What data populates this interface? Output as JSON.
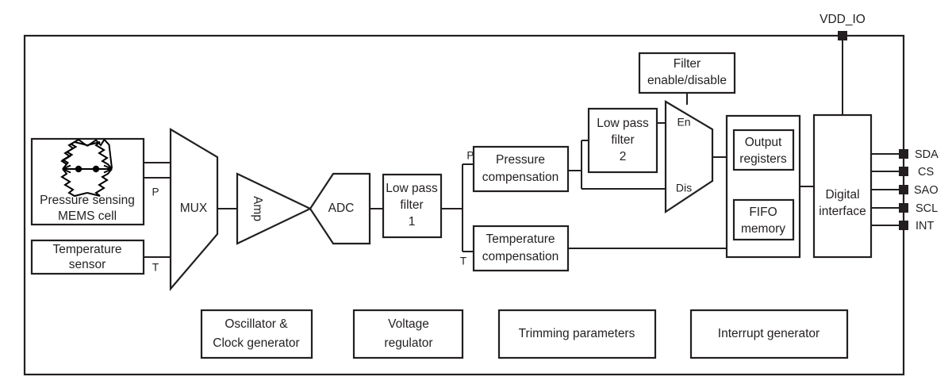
{
  "diagram": {
    "title_pin": "VDD_IO",
    "blocks": {
      "mems": {
        "line1": "Pressure sensing",
        "line2": "MEMS cell"
      },
      "temp_sensor": {
        "line1": "Temperature",
        "line2": "sensor"
      },
      "mux_in": "MUX",
      "amp": "Amp",
      "adc": "ADC",
      "lpf1": {
        "line1": "Low pass",
        "line2": "filter",
        "line3": "1"
      },
      "pressure_comp": {
        "line1": "Pressure",
        "line2": "compensation"
      },
      "temp_comp": {
        "line1": "Temperature",
        "line2": "compensation"
      },
      "lpf2": {
        "line1": "Low pass",
        "line2": "filter",
        "line3": "2"
      },
      "filter_ctrl": {
        "line1": "Filter",
        "line2": "enable/disable"
      },
      "filter_mux": {
        "en": "En",
        "dis": "Dis"
      },
      "output_registers": {
        "line1": "Output",
        "line2": "registers"
      },
      "fifo_memory": {
        "line1": "FIFO",
        "line2": "memory"
      },
      "digital_interface": {
        "line1": "Digital",
        "line2": "interface"
      },
      "oscillator": {
        "line1": "Oscillator &",
        "line2": "Clock generator"
      },
      "voltage_regulator": {
        "line1": "Voltage",
        "line2": "regulator"
      },
      "trimming": {
        "line1": "Trimming parameters"
      },
      "interrupt_gen": {
        "line1": "Interrupt generator"
      }
    },
    "signal_labels": {
      "p": "P",
      "t_sensor": "T",
      "pt": "P,T",
      "t_comp": "T"
    },
    "pins": [
      {
        "name": "SDA"
      },
      {
        "name": "CS"
      },
      {
        "name": "SAO"
      },
      {
        "name": "SCL"
      },
      {
        "name": "INT"
      }
    ],
    "colors": {
      "line": "#231f20",
      "fill": "#ffffff",
      "background": "#ffffff"
    }
  }
}
